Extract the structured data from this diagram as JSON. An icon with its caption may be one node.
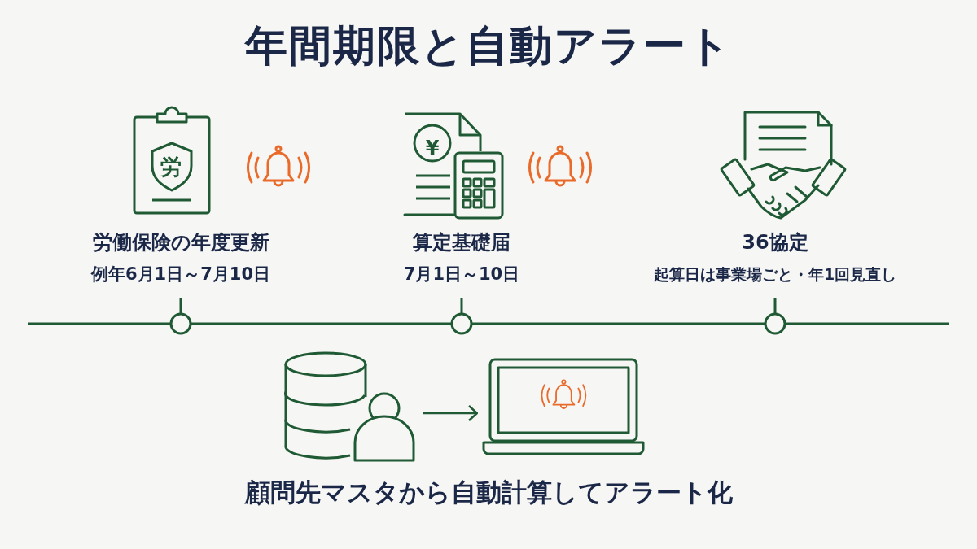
{
  "diagram": {
    "title": "年間期限と自動アラート",
    "nodes": [
      {
        "text": [
          "労働保険の年度更新",
          "例年6月1日～7月10日"
        ]
      },
      {
        "text": [
          "算定基礎届",
          "7月1日～10日"
        ]
      },
      {
        "text": [
          "36協定",
          "起算日は事業場ごと・年1回見直し"
        ]
      },
      {
        "text": [],
        "shape": "cylinder"
      },
      {
        "text": [],
        "shape": "laptop"
      }
    ],
    "edges": [
      {
        "from": 3,
        "to": 4,
        "arrow": "to"
      }
    ],
    "labels": [
      "労",
      "¥",
      "顧問先マスタから自動計算してアラート化"
    ]
  }
}
